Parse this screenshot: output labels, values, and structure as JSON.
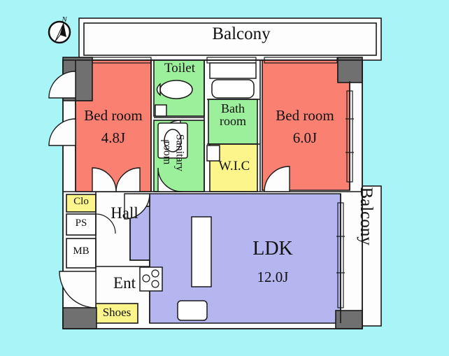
{
  "plan": {
    "title_balcony_top": "Balcony",
    "title_balcony_right": "Balcony",
    "compass_label": "N",
    "colors": {
      "background": "#a9f4f7",
      "bedroom": "#fa8072",
      "ldk": "#b5b5f0",
      "wet_area": "#9cf09c",
      "storage": "#fbf58c",
      "wall": "#707070",
      "wall_dark": "#6e6e6e",
      "floor_white": "#ffffff",
      "outline": "#1a1a1a"
    },
    "rooms": [
      {
        "id": "bedroom-left",
        "name": "Bed room",
        "area": "4.8J",
        "fill": "#fa8072"
      },
      {
        "id": "bedroom-right",
        "name": "Bed room",
        "area": "6.0J",
        "fill": "#fa8072"
      },
      {
        "id": "ldk",
        "name": "LDK",
        "area": "12.0J",
        "fill": "#b5b5f0"
      },
      {
        "id": "toilet",
        "name": "Toilet",
        "area": "",
        "fill": "#9cf09c"
      },
      {
        "id": "bathroom",
        "name": "Bath room",
        "area": "",
        "fill": "#9cf09c"
      },
      {
        "id": "sanitary",
        "name": "Sanitary room",
        "area": "",
        "fill": "#9cf09c"
      },
      {
        "id": "wic",
        "name": "W.I.C",
        "area": "",
        "fill": "#fbf58c"
      },
      {
        "id": "hall",
        "name": "Hall",
        "area": "",
        "fill": "#ffffff"
      },
      {
        "id": "entrance",
        "name": "Ent",
        "area": "",
        "fill": "#ffffff"
      },
      {
        "id": "shoes",
        "name": "Shoes",
        "area": "",
        "fill": "#fbf58c"
      },
      {
        "id": "closet",
        "name": "Clo",
        "area": "",
        "fill": "#fbf58c"
      },
      {
        "id": "pipe-space",
        "name": "PS",
        "area": "",
        "fill": "#ffffff"
      },
      {
        "id": "meter-box",
        "name": "MB",
        "area": "",
        "fill": "#ffffff"
      }
    ],
    "labels": {
      "bedroom_left_name": "Bed room",
      "bedroom_left_area": "4.8J",
      "bedroom_right_name": "Bed room",
      "bedroom_right_area": "6.0J",
      "ldk_name": "LDK",
      "ldk_area": "12.0J",
      "toilet": "Toilet",
      "bath_line1": "Bath",
      "bath_line2": "room",
      "sanitary_line1": "Sanitary",
      "sanitary_line2": "room",
      "wic": "W.I.C",
      "hall": "Hall",
      "ent": "Ent",
      "shoes": "Shoes",
      "clo": "Clo",
      "ps": "PS",
      "mb": "MB"
    },
    "fixtures": [
      "toilet-bowl",
      "wash-basin",
      "bathtub",
      "kitchen-stove",
      "kitchen-counter",
      "sink-unit"
    ]
  }
}
